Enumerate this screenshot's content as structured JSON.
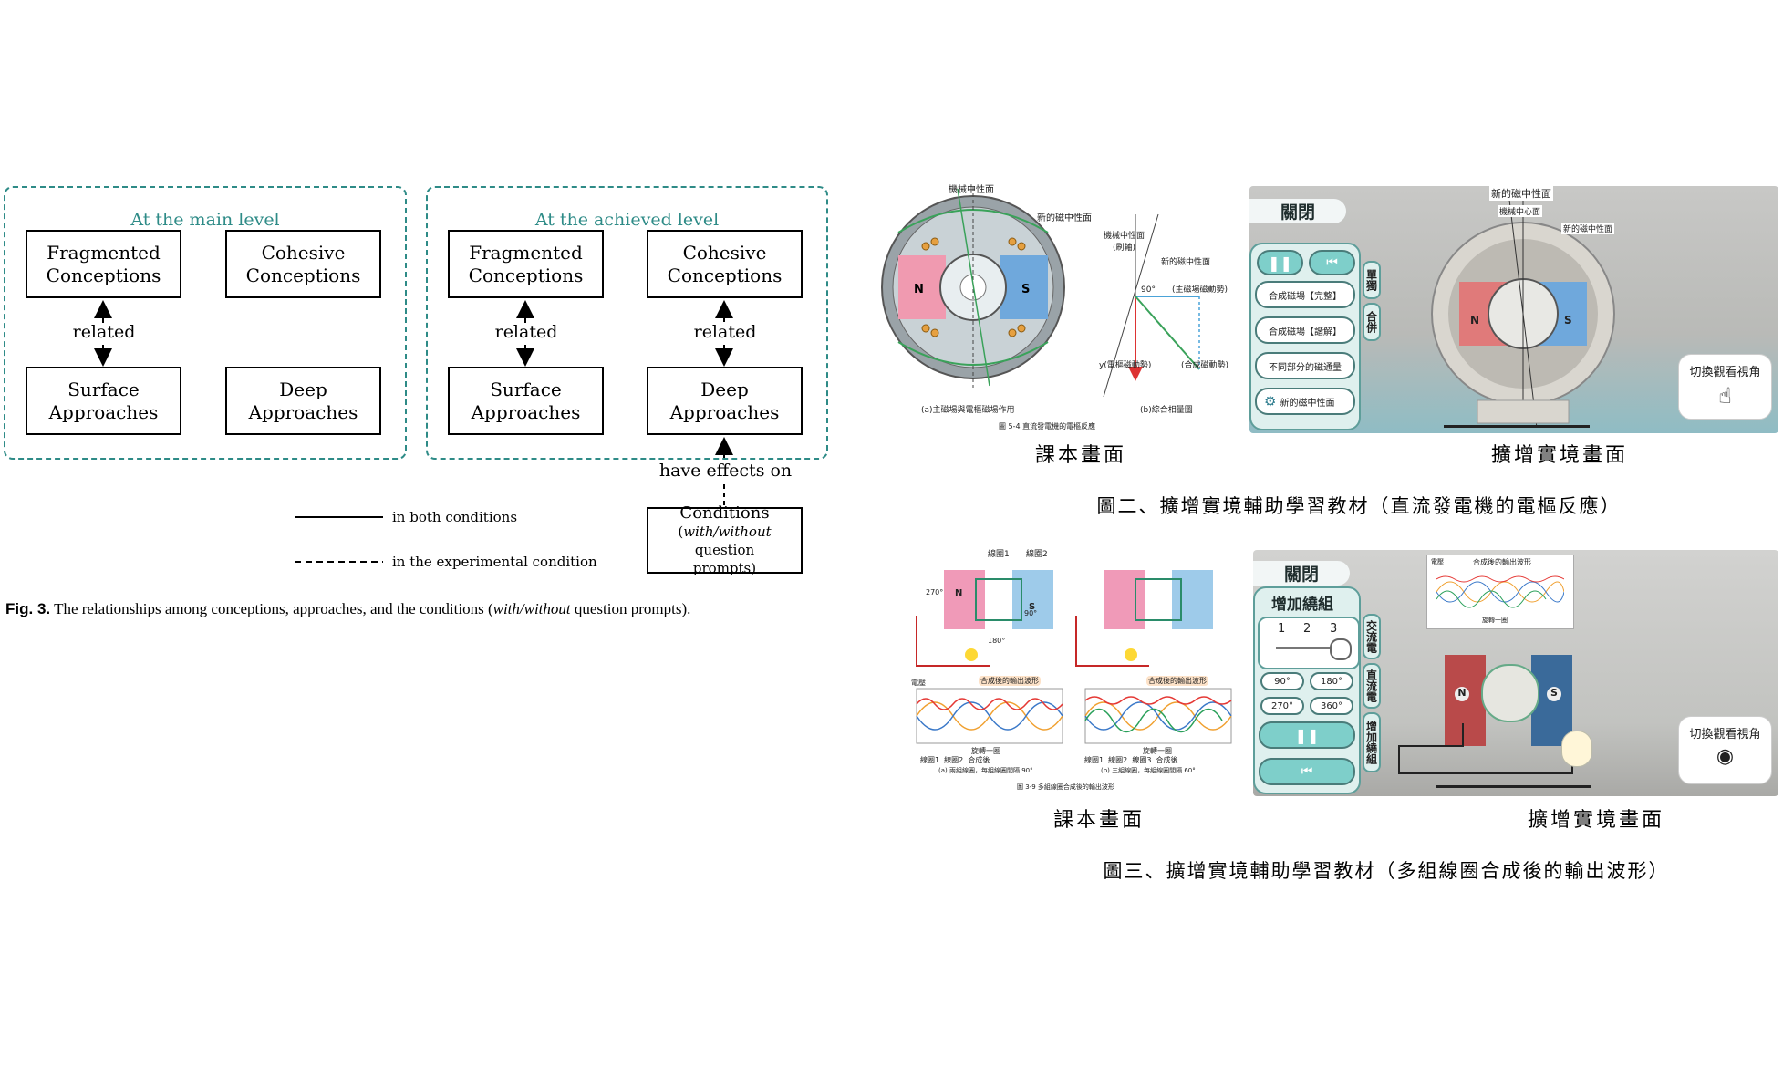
{
  "left_diagram": {
    "main_panel_title": "At the main level",
    "achieved_panel_title": "At the achieved level",
    "main_boxes": {
      "fragmented": "Fragmented\nConceptions",
      "cohesive": "Cohesive\nConceptions",
      "surface": "Surface\nApproaches",
      "deep": "Deep Approaches"
    },
    "achieved_boxes": {
      "fragmented": "Fragmented\nConceptions",
      "cohesive": "Cohesive\nConceptions",
      "surface": "Surface\nApproaches",
      "deep": "Deep Approaches"
    },
    "related_main": "related",
    "related_achieved_left": "related",
    "related_achieved_right": "related",
    "have_effects_on": "have effects on",
    "conditions_box_line1": "Conditions",
    "conditions_box_line2_italic": "with/without",
    "conditions_box_line2_rest": " question",
    "conditions_box_line3": "prompts)",
    "conditions_box_open_paren": "(",
    "legend_solid": "in both conditions",
    "legend_dashed": "in the experimental condition",
    "caption_bold": "Fig. 3.",
    "caption_text": " The relationships among conceptions, approaches, and the conditions (",
    "caption_italic": "with/without",
    "caption_end": " question prompts).",
    "colors": {
      "panel_border": "#2e8b87",
      "panel_title": "#2e8b87",
      "box_border": "#000000"
    }
  },
  "figure2": {
    "textbook_label": "課本畫面",
    "ar_label": "擴增實境畫面",
    "caption": "圖二、擴增實境輔助學習教材（直流發電機的電樞反應）",
    "textbook": {
      "top_label": "機械中性面",
      "new_plane_label": "新的磁中性面",
      "phasor_title": "機械中性面\n(刷軸)",
      "phasor_new_plane": "新的磁中性面",
      "phasor_main": "(主磁場磁動勢)",
      "phasor_armature": "y(電樞磁動勢)",
      "phasor_combined": "(合成磁動勢)",
      "angle_90": "90°",
      "sub_a": "(a)主磁場與電樞磁場作用",
      "sub_b": "(b)綜合相量圖",
      "fig_no": "圖 5-4   直流發電機的電樞反應",
      "pole_n": "N",
      "pole_s": "S"
    },
    "ar": {
      "close": "關閉",
      "top_label": "新的磁中性面",
      "center_label": "機械中心面",
      "new_plane_label": "新的磁中性面",
      "tab_single": "單獨",
      "tab_combined": "合併",
      "btn_pause_icon": "pause-icon",
      "btn_rewind_icon": "rewind-icon",
      "btn1": "合成磁場【完整】",
      "btn2": "合成磁場【諧解】",
      "btn3": "不同部分的磁通量",
      "btn4": "新的磁中性面",
      "view_switch": "切換觀看視角",
      "pole_n": "N",
      "pole_s": "S"
    }
  },
  "figure3": {
    "textbook_label": "課本畫面",
    "ar_label": "擴增實境畫面",
    "caption": "圖三、擴增實境輔助學習教材（多組線圈合成後的輸出波形）",
    "textbook": {
      "coil1": "線圈1",
      "coil2": "線圈2",
      "angle_90": "90°",
      "angle_180": "180°",
      "angle_270": "270°",
      "voltage": "電壓",
      "waveform_label": "合成後的輸出波形",
      "rotation": "旋轉一圈",
      "legend": "線圈1  線圈2  合成後",
      "legend3": "線圈1  線圈2  線圈3  合成後",
      "sub_a": "(a) 兩組線圈，每組線圈間隔 90°",
      "sub_b": "(b) 三組線圈，每組線圈間隔 60°",
      "fig_no": "圖 3-9   多組線圈合成後的輸出波形",
      "pole_n": "N",
      "pole_s": "S"
    },
    "ar": {
      "close": "關閉",
      "panel_title": "增加繞組",
      "slider_labels": [
        "1",
        "2",
        "3"
      ],
      "slider_value": 3,
      "angles": [
        "90°",
        "180°",
        "270°",
        "360°"
      ],
      "tab_ac": "交流電",
      "tab_dc": "直流電",
      "tab_add": "增加繞組",
      "board_title": "合成後的輸出波形",
      "board_axis": "電壓",
      "board_rotation": "旋轉一圈",
      "view_switch": "切換觀看視角",
      "pole_n": "N",
      "pole_s": "S"
    }
  }
}
